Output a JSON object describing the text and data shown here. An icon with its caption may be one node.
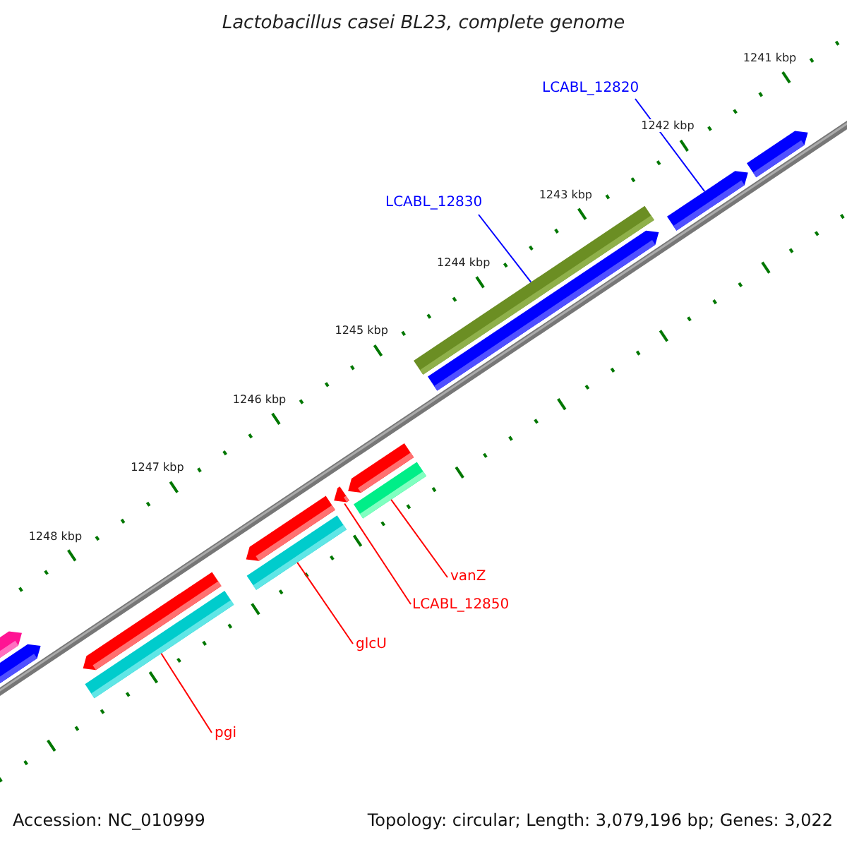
{
  "diagram": {
    "title": "Lactobacillus casei BL23, complete genome",
    "nodes": [
      {
        "text": [
          "LCABL_12820"
        ]
      },
      {
        "text": [
          "LCABL_12830"
        ]
      },
      {
        "text": [
          "vanZ"
        ]
      },
      {
        "text": [
          "LCABL_12850"
        ]
      },
      {
        "text": [
          "glcU"
        ]
      },
      {
        "text": [
          "pgi"
        ]
      },
      {
        "text": [],
        "shape": "bar"
      },
      {
        "text": [],
        "shape": "bar"
      },
      {
        "text": [],
        "shape": "arrow"
      },
      {
        "text": [],
        "shape": "bar"
      },
      {
        "text": [],
        "shape": "bar"
      },
      {
        "text": [],
        "shape": "arrow"
      }
    ],
    "edges": [
      {
        "from": 0,
        "to": 11,
        "arrow": "none",
        "color": "#0000ff"
      },
      {
        "from": 1,
        "to": 10,
        "arrow": "none",
        "color": "#0000ff"
      },
      {
        "from": 2,
        "to": 9,
        "arrow": "none"
      },
      {
        "from": 3,
        "to": 8,
        "arrow": "none"
      },
      {
        "from": 4,
        "to": 7,
        "arrow": "none"
      },
      {
        "from": 5,
        "to": 6,
        "arrow": "none"
      }
    ],
    "labels": [
      "1241 kbp",
      "1242 kbp",
      "1243 kbp",
      "1244 kbp",
      "1245 kbp",
      "1246 kbp",
      "1247 kbp",
      "1248 kbp",
      "Accession: NC_010999",
      "Topology: circular; Length: 3,079,196 bp; Genes: 3,022"
    ]
  }
}
